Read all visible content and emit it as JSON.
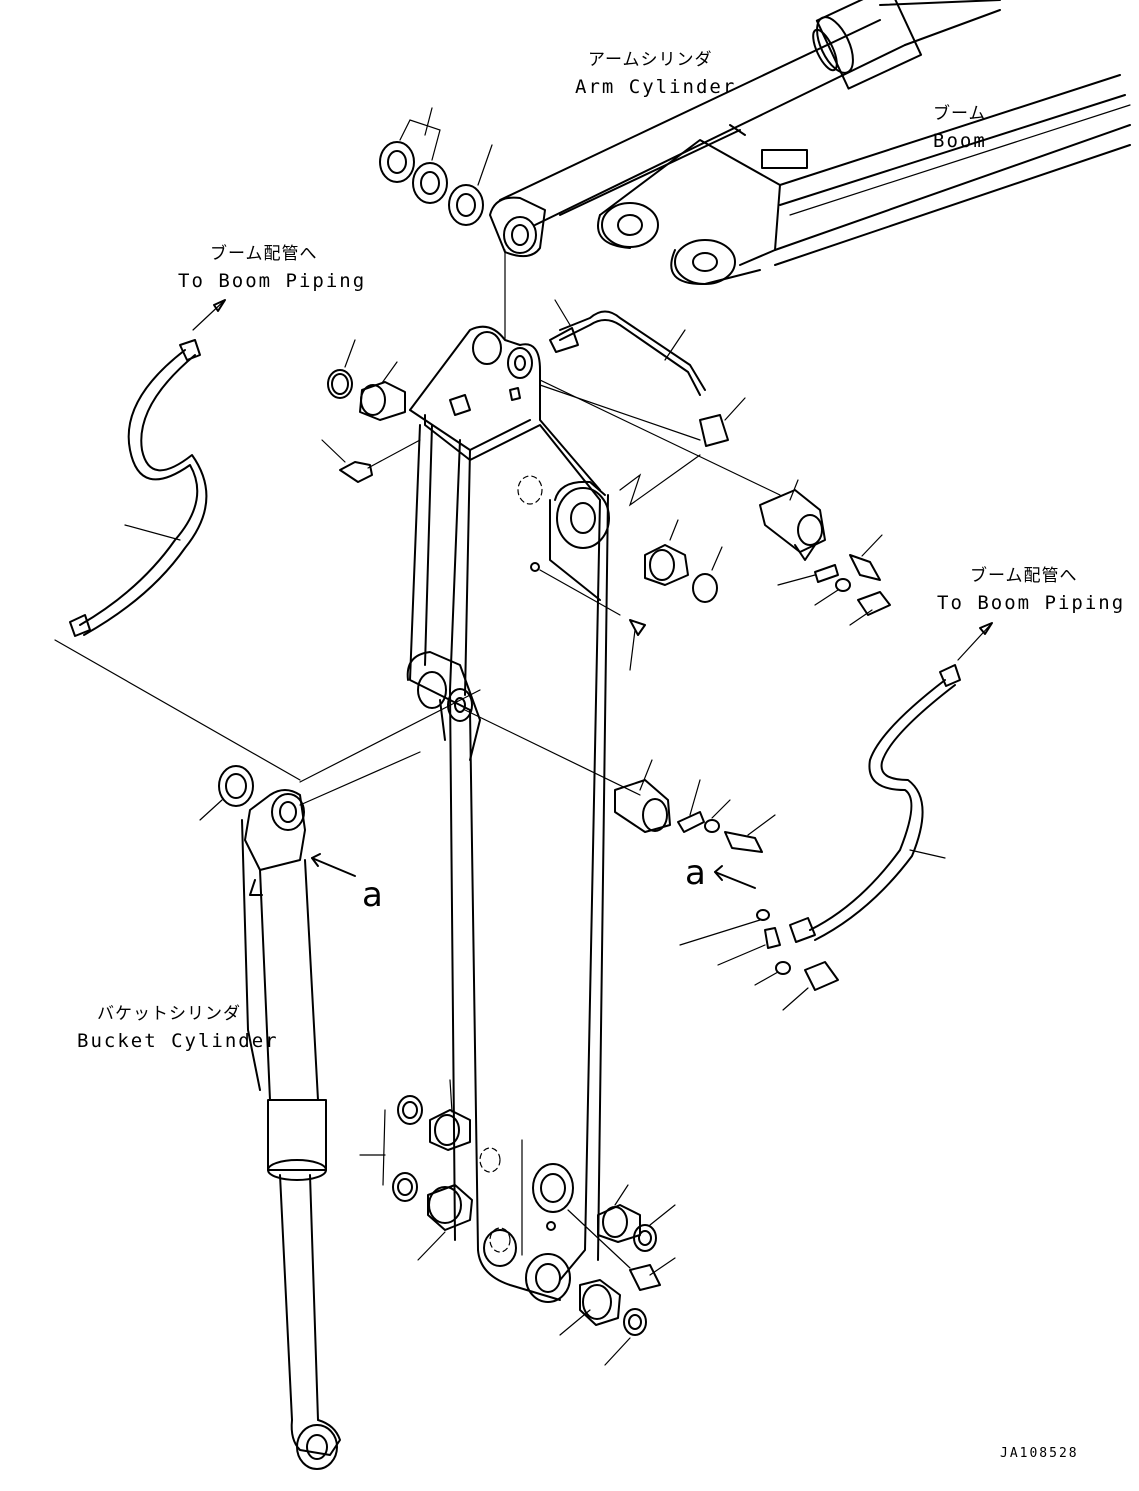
{
  "labels": {
    "arm_cylinder_ja": "アームシリンダ",
    "arm_cylinder_en": "Arm Cylinder",
    "boom_ja": "ブーム",
    "boom_en": "Boom",
    "to_boom_piping_left_ja": "ブーム配管へ",
    "to_boom_piping_left_en": "To Boom Piping",
    "to_boom_piping_right_ja": "ブーム配管へ",
    "to_boom_piping_right_en": "To Boom Piping",
    "bucket_cylinder_ja": "バケットシリンダ",
    "bucket_cylinder_en": "Bucket Cylinder",
    "view_a_left": "a",
    "view_a_right": "a",
    "drawing_code": "JA108528"
  },
  "colors": {
    "line": "#000000",
    "background": "#ffffff"
  }
}
